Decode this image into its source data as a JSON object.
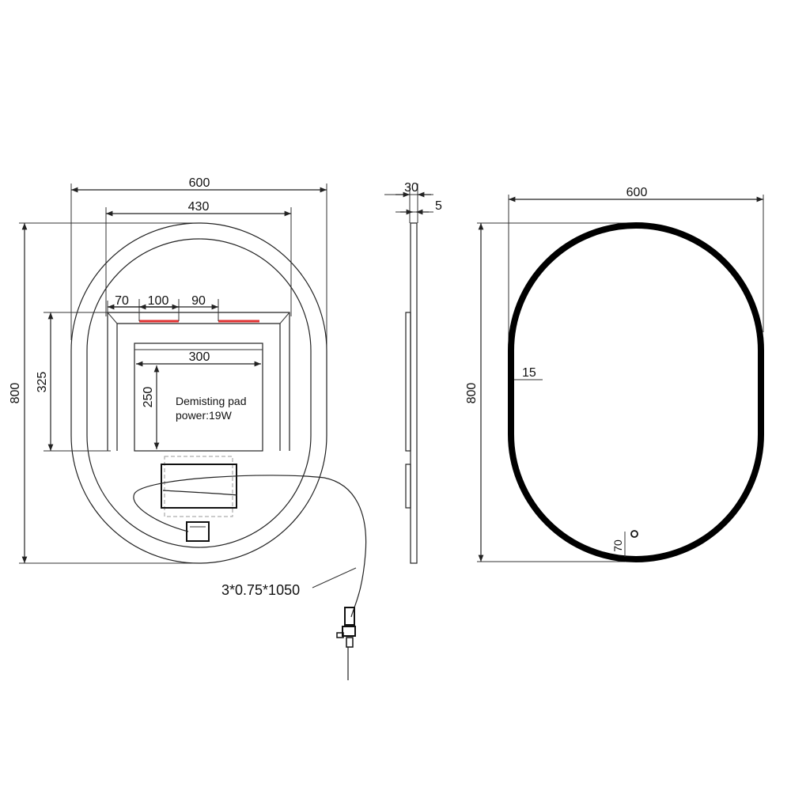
{
  "front_view": {
    "width_outer": "600",
    "width_inner": "430",
    "height_outer": "800",
    "height_pad_zone": "325",
    "seg_left": "70",
    "seg_mid": "100",
    "seg_right": "90",
    "pad_width": "300",
    "pad_height": "250",
    "pad_label_line1": "Demisting pad",
    "pad_label_line2": "power:19W",
    "cable_spec": "3*0.75*1050",
    "accent_color": "#e03030"
  },
  "side_view": {
    "depth_total": "30",
    "depth_glass": "5"
  },
  "back_view": {
    "width": "600",
    "height": "800",
    "frame_thickness": "15",
    "bottom_offset": "70"
  }
}
